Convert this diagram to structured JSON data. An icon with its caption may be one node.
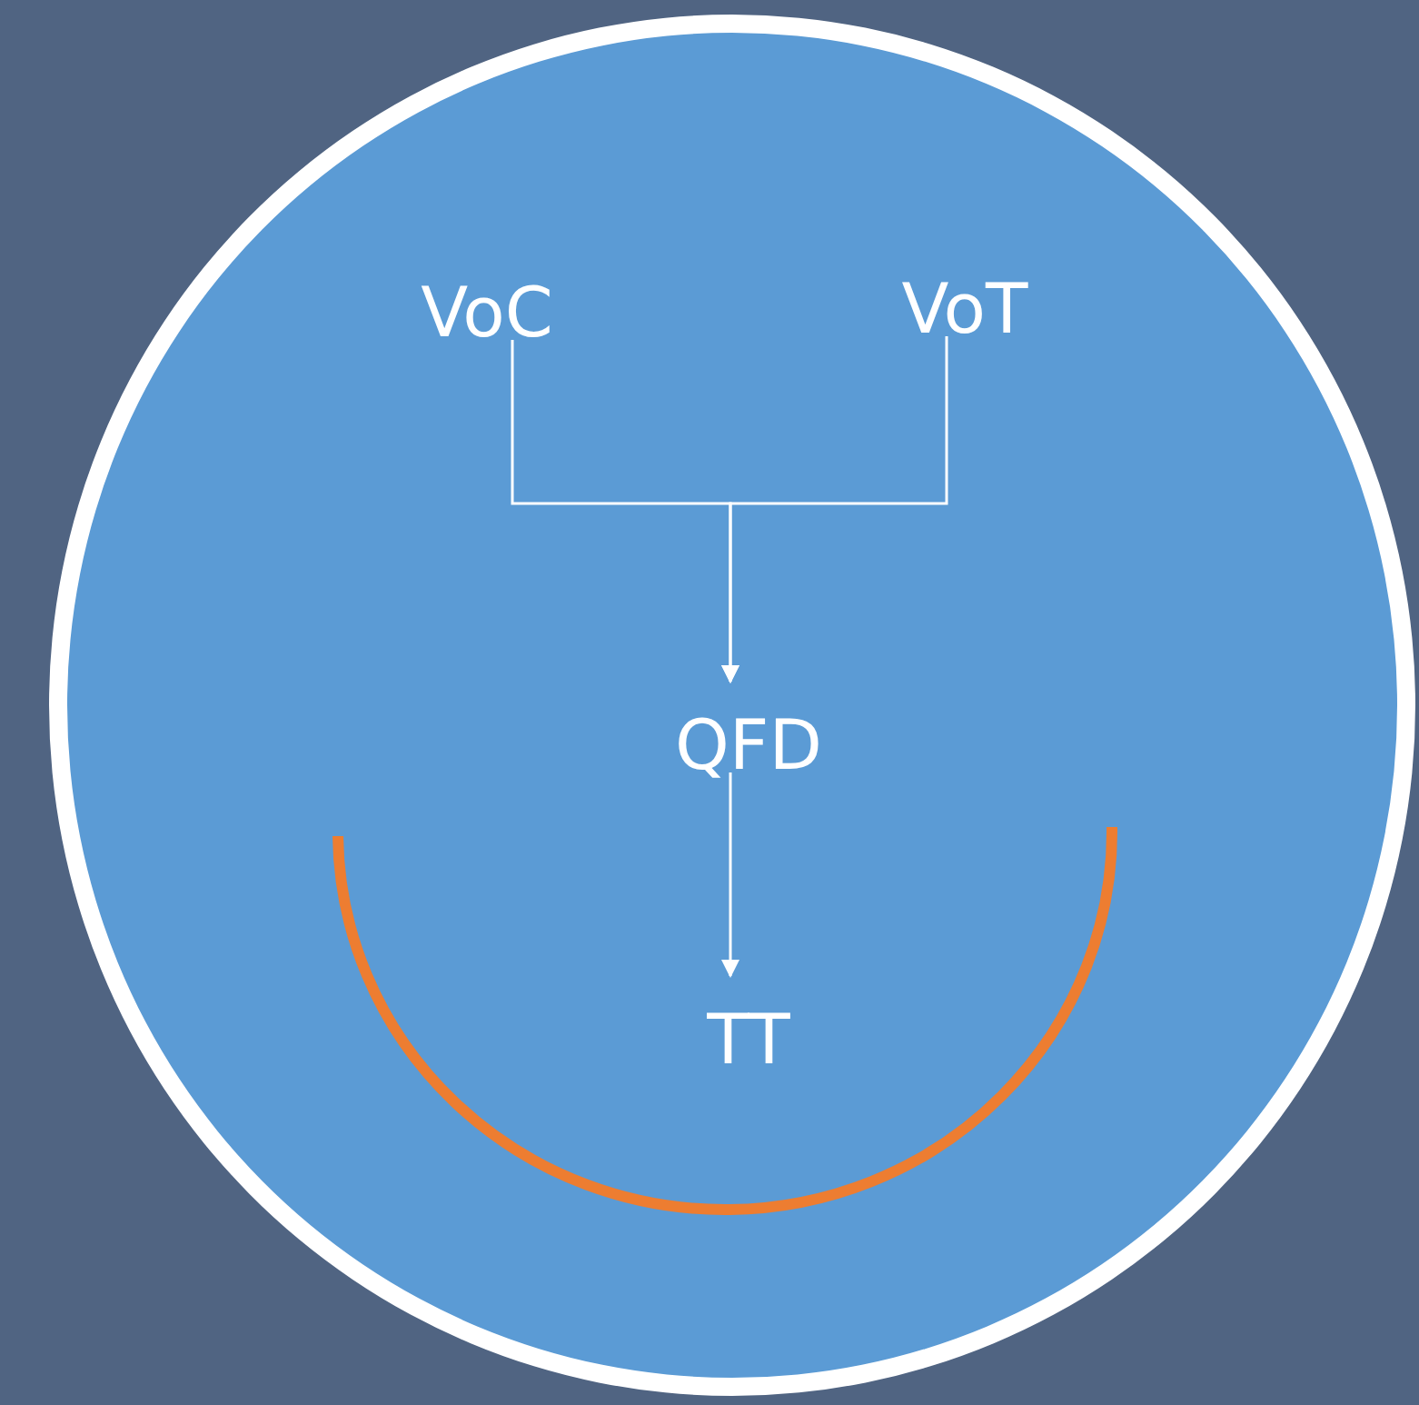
{
  "diagram": {
    "nodes": [
      {
        "text": [],
        "shape": "circle"
      },
      {
        "text": [
          "VoC"
        ],
        "in": 0
      },
      {
        "text": [
          "VoT"
        ],
        "in": 0
      },
      {
        "text": [
          "QFD"
        ],
        "in": 0
      },
      {
        "text": [
          "TT"
        ],
        "in": 0
      }
    ],
    "edges": [
      {
        "from": 1,
        "to": 3,
        "arrow": "to"
      },
      {
        "from": 2,
        "to": 3,
        "arrow": "to"
      },
      {
        "from": 3,
        "to": 4,
        "arrow": "to"
      }
    ]
  }
}
